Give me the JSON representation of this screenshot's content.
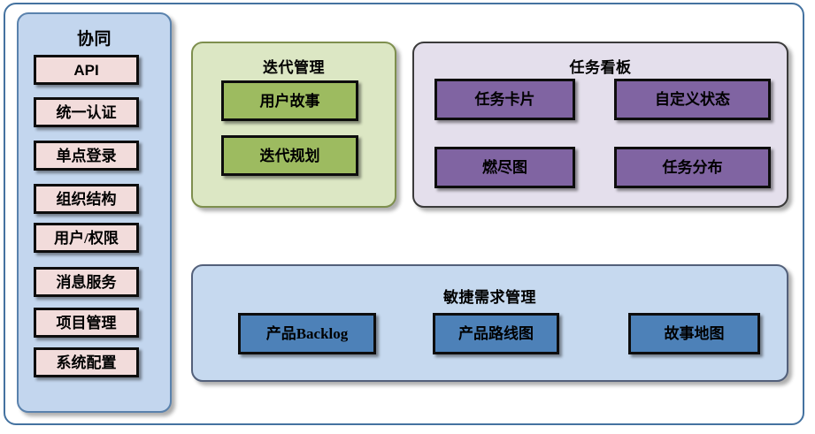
{
  "diagram": {
    "title_bar": "",
    "sidebar": {
      "title": "协同",
      "items": [
        {
          "label": "API",
          "style": "sans"
        },
        {
          "label": "统一认证",
          "style": "serif"
        },
        {
          "label": "单点登录",
          "style": "serif"
        },
        {
          "label": "组织结构",
          "style": "serif"
        },
        {
          "label": "用户/权限",
          "style": "serif"
        },
        {
          "label": "消息服务",
          "style": "serif"
        },
        {
          "label": "项目管理",
          "style": "serif"
        },
        {
          "label": "系统配置",
          "style": "serif"
        }
      ]
    },
    "iteration": {
      "title": "迭代管理",
      "items": [
        {
          "label": "用户故事"
        },
        {
          "label": "迭代规划"
        }
      ]
    },
    "taskboard": {
      "title": "任务看板",
      "items": [
        {
          "label": "任务卡片"
        },
        {
          "label": "自定义状态"
        },
        {
          "label": "燃尽图"
        },
        {
          "label": "任务分布"
        }
      ]
    },
    "agile": {
      "title": "敏捷需求管理",
      "items": [
        {
          "label": "产品Backlog"
        },
        {
          "label": "产品路线图"
        },
        {
          "label": "故事地图"
        }
      ]
    }
  },
  "colors": {
    "outer_frame_border": "#4472a0",
    "sidebar_panel_bg": "#c3d6ee",
    "sidebar_panel_border": "#5a82ad",
    "sidebar_chip_bg": "#f2dcdb",
    "iteration_panel_bg": "#dce7c4",
    "iteration_panel_border": "#7e8f4e",
    "iteration_chip_bg": "#9dbb60",
    "taskboard_panel_bg": "#e4dfec",
    "taskboard_panel_border": "#3a3a3a",
    "taskboard_chip_bg": "#8064a2",
    "agile_panel_bg": "#c6d9ef",
    "agile_panel_border": "#53607a",
    "agile_chip_bg": "#4d81b8",
    "chip_border": "#0d0d0d",
    "text": "#000000"
  }
}
